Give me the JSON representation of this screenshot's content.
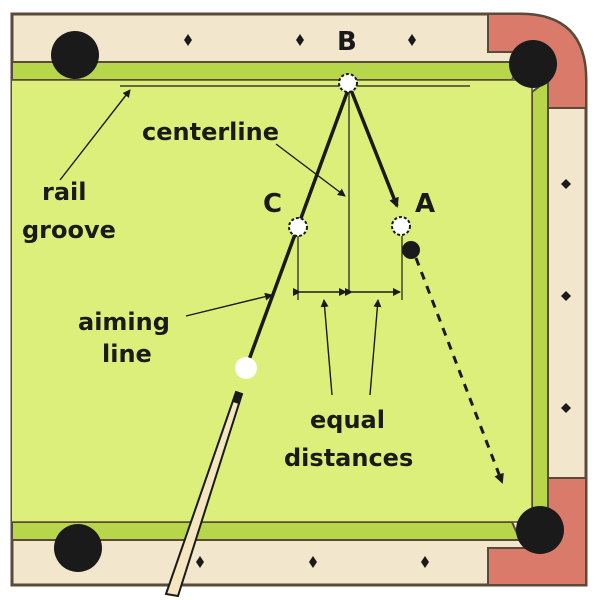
{
  "labels": {
    "point_b": "B",
    "point_a": "A",
    "point_c": "C",
    "centerline": "centerline",
    "rail_line1": "rail",
    "rail_line2": "groove",
    "aiming_line1": "aiming",
    "aiming_line2": "line",
    "equal_line1": "equal",
    "equal_line2": "distances"
  },
  "colors": {
    "felt": "#dcef7a",
    "cushion": "#b8d64a",
    "rail_wood": "#f2e6cc",
    "frame": "#5a4a3a",
    "pocket": "#1a1a1a",
    "corner_red": "#d97a6a",
    "diamond": "#1a1a1a",
    "cue_stick": "#f5e6c0",
    "ink": "#1a1a1a"
  }
}
